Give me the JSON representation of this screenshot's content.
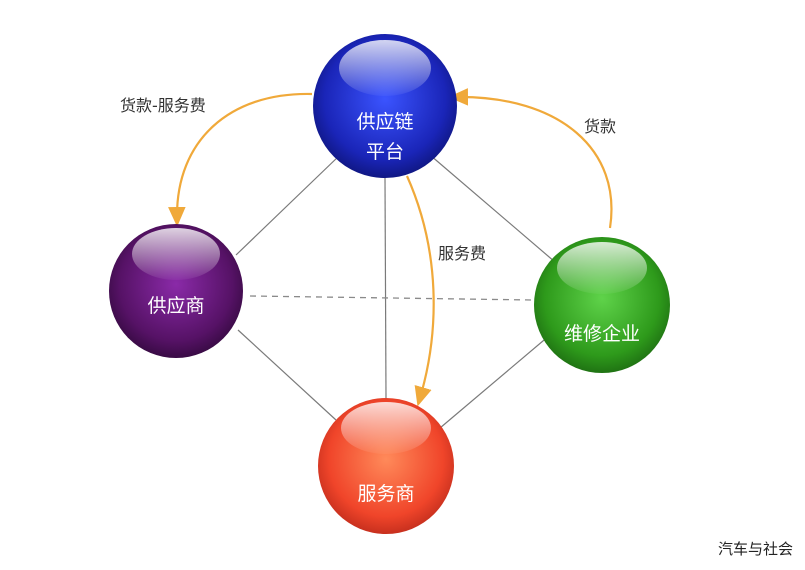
{
  "nodes": {
    "platform": {
      "line1": "供应链",
      "line2": "平台",
      "color": "#1f2fc4"
    },
    "supplier": {
      "label": "供应商",
      "color": "#5a1570"
    },
    "repair": {
      "label": "维修企业",
      "color": "#2f9a1c"
    },
    "service": {
      "label": "服务商",
      "color": "#f04a2a"
    }
  },
  "flows": {
    "platform_to_supplier": "货款-服务费",
    "platform_to_service": "服务费",
    "repair_to_platform": "货款"
  },
  "colors": {
    "flow_arrow": "#f0a93a",
    "connector": "#7a7a7a"
  },
  "watermark": "汽车与社会"
}
